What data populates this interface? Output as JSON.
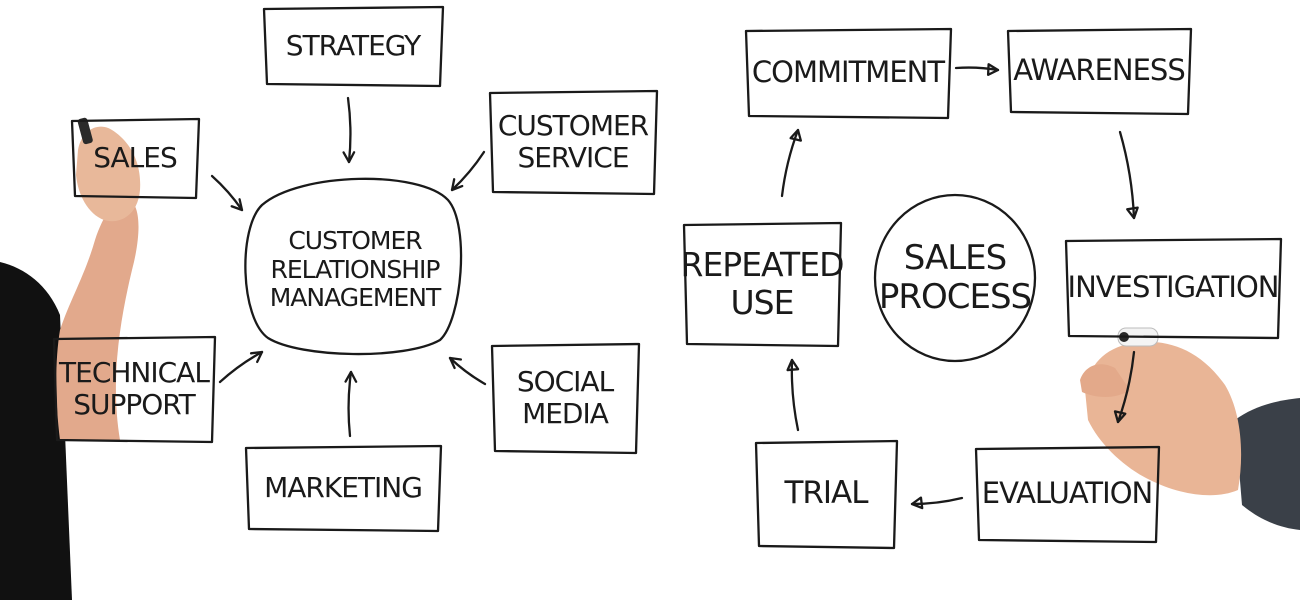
{
  "diagram": {
    "ink_color": "#1a1a1a",
    "background": "#ffffff",
    "crm": {
      "center": [
        "CUSTOMER",
        "RELATIONSHIP",
        "MANAGEMENT"
      ],
      "nodes": {
        "strategy": [
          "STRATEGY"
        ],
        "customer_service": [
          "CUSTOMER",
          "SERVICE"
        ],
        "sales": [
          "SALES"
        ],
        "technical_support": [
          "TECHNICAL",
          "SUPPORT"
        ],
        "marketing": [
          "MARKETING"
        ],
        "social_media": [
          "SOCIAL",
          "MEDIA"
        ]
      }
    },
    "sales_process": {
      "center": [
        "SALES",
        "PROCESS"
      ],
      "nodes": {
        "commitment": [
          "COMMITMENT"
        ],
        "awareness": [
          "AWARENESS"
        ],
        "investigation": [
          "INVESTIGATION"
        ],
        "evaluation": [
          "EVALUATION"
        ],
        "trial": [
          "TRIAL"
        ],
        "repeated_use": [
          "REPEATED",
          "USE"
        ]
      }
    }
  },
  "hands": {
    "left_skin": "#e8b89a",
    "right_skin": "#e9b596",
    "sleeve": "#3a4048"
  }
}
